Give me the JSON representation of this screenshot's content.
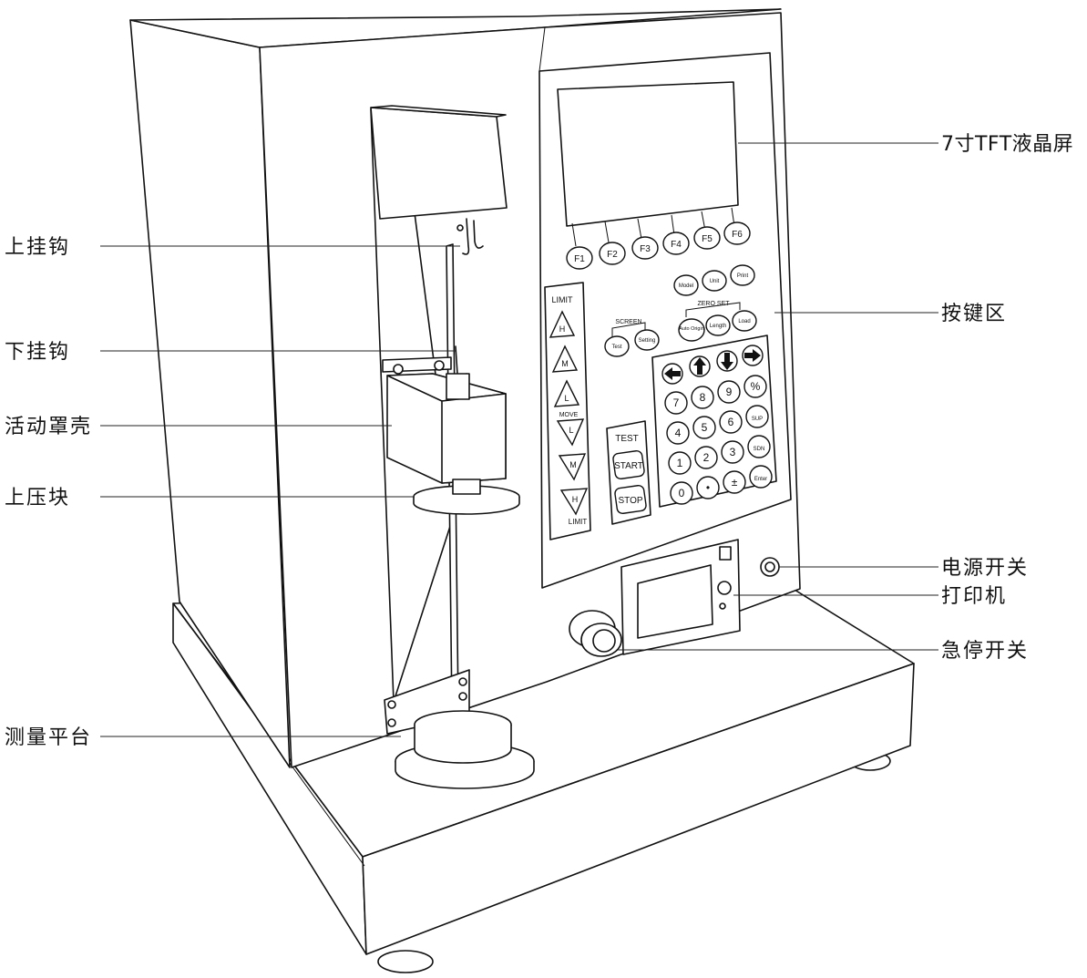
{
  "labels": {
    "upper_hook": "上挂钩",
    "lower_hook": "下挂钩",
    "cover": "活动罩壳",
    "upper_block": "上压块",
    "platform": "测量平台",
    "screen": "7寸TFT液晶屏",
    "keypad_area": "按键区",
    "power_switch": "电源开关",
    "printer": "打印机",
    "emergency_stop": "急停开关"
  },
  "panel": {
    "fkeys": [
      "F1",
      "F2",
      "F3",
      "F4",
      "F5",
      "F6"
    ],
    "top_row": [
      "Model",
      "Unit",
      "Print"
    ],
    "zero_set_title": "ZERO SET",
    "zero_set": [
      "Auto Origin",
      "Length",
      "Load"
    ],
    "screen_title": "SCREEN",
    "screen_keys": [
      "Test",
      "Setting"
    ],
    "limit_top": "LIMIT",
    "limit_bottom": "LIMIT",
    "move": "MOVE",
    "limit_up_keys": [
      "H",
      "M",
      "L"
    ],
    "limit_down_keys": [
      "L",
      "M",
      "H"
    ],
    "test_title": "TEST",
    "test_keys": [
      "START",
      "STOP"
    ],
    "numpad": [
      "7",
      "8",
      "9",
      "%",
      "4",
      "5",
      "6",
      "SUP",
      "1",
      "2",
      "3",
      "SDN",
      "0",
      "•",
      "±",
      "Enter"
    ]
  }
}
